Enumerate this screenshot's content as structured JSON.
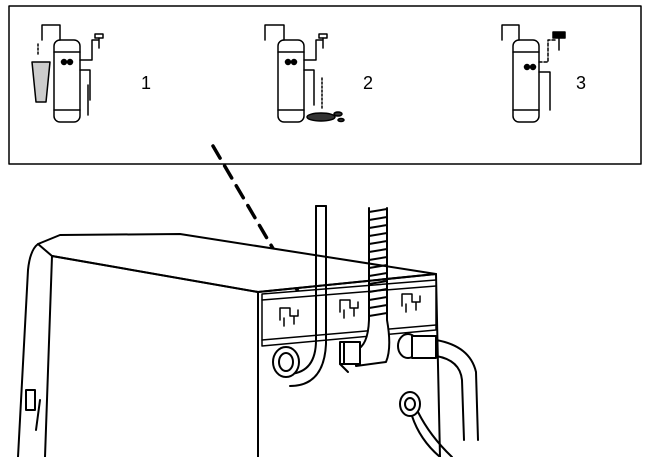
{
  "legend_box": {
    "items": [
      {
        "label": "1",
        "icon": "tank-with-glass-drain-icon"
      },
      {
        "label": "2",
        "icon": "tank-with-floor-drain-icon"
      },
      {
        "label": "3",
        "icon": "tank-with-drain-connection-icon"
      }
    ]
  },
  "colors": {
    "line": "#000000",
    "background": "#ffffff"
  }
}
